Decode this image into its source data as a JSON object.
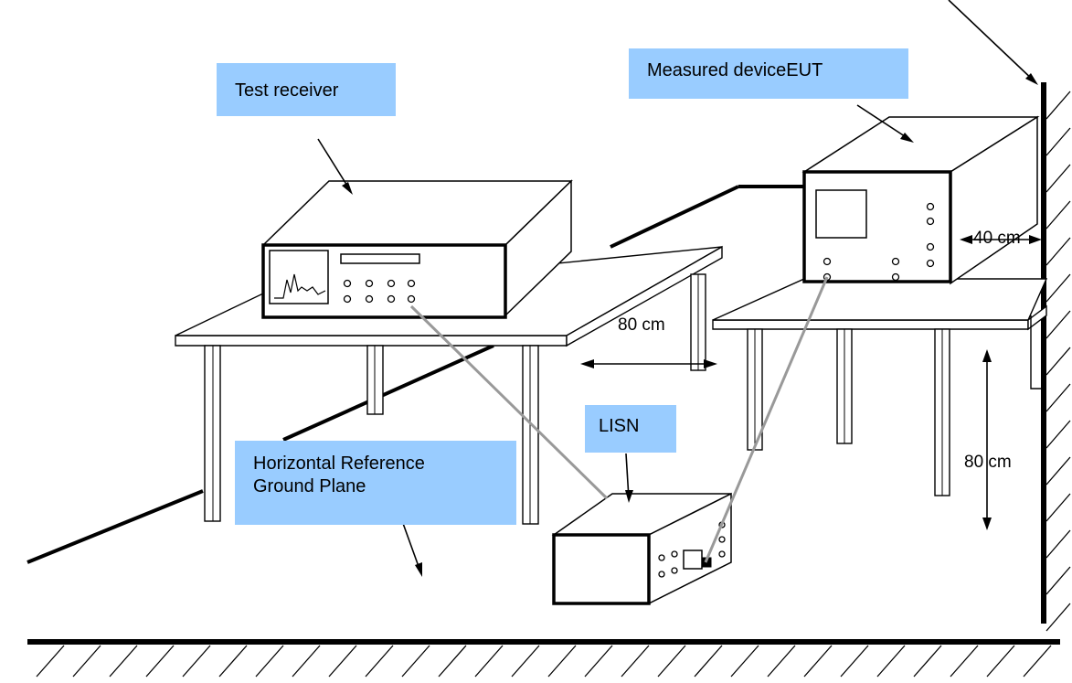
{
  "labels": {
    "test_receiver": "Test receiver",
    "measured_device": "Measured deviceEUT",
    "lisn": "LISN",
    "ground_plane_line1": "Horizontal Reference",
    "ground_plane_line2": "Ground Plane"
  },
  "dimensions": {
    "eut_to_wall": "40 cm",
    "table_gap": "80 cm",
    "table_height": "80 cm"
  },
  "colors": {
    "label_fill": "#99ccff",
    "line": "#000000",
    "cable": "#999999"
  }
}
